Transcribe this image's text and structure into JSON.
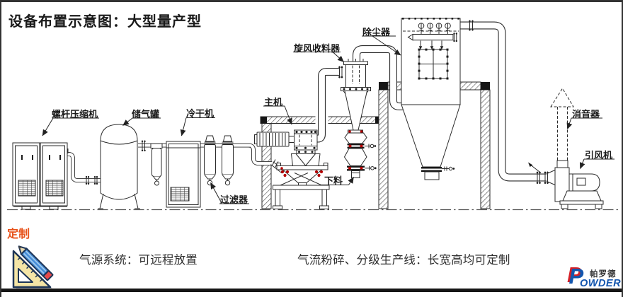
{
  "title": "设备布置示意图：大型量产型",
  "equipment_labels": {
    "compressor": "螺杆压缩机",
    "air_tank": "储气罐",
    "dryer": "冷干机",
    "filter": "过滤器",
    "main_machine": "主机",
    "cyclone_collector": "旋风收料器",
    "dust_collector": "除尘器",
    "discharge": "下料",
    "muffler": "消音器",
    "induced_draft_fan": "引风机"
  },
  "footer": {
    "custom_tag": "定制",
    "air_source_note": "气源系统：可远程放置",
    "production_line_note": "气流粉碎、分级生产线：长宽高均可定制",
    "icon": "ruler-pencil-icon"
  },
  "logo": {
    "mark": "P",
    "brand_en_rest": "OWDER",
    "brand_cn": "帕罗德"
  },
  "diagram": {
    "type": "equipment-layout-schematic",
    "flow_order": [
      "螺杆压缩机",
      "储气罐",
      "冷干机",
      "过滤器",
      "主机",
      "旋风收料器",
      "除尘器",
      "消音器",
      "引风机"
    ],
    "colors": {
      "line": "#2b2b2b",
      "bolt_red": "#b40000",
      "accent_orange": "#e8521a",
      "logo_blue": "#1456ae",
      "logo_red": "#d42027"
    }
  }
}
